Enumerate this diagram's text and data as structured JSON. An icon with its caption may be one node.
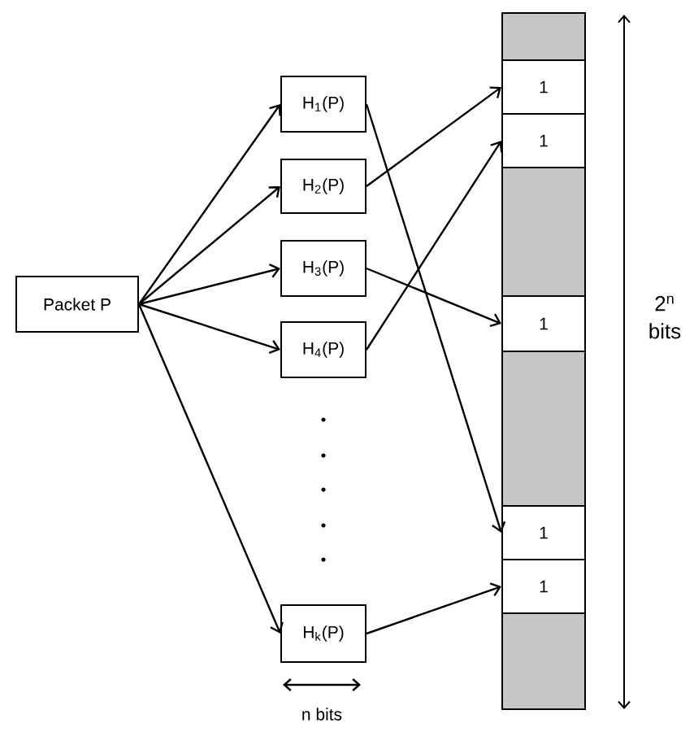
{
  "diagram": {
    "nodes": [
      {
        "text": [
          "Packet P"
        ]
      },
      {
        "text": [
          "H$_{1}$(P)"
        ]
      },
      {
        "text": [
          "H$_{2}$(P)"
        ]
      },
      {
        "text": [
          "H$_{3}$(P)"
        ]
      },
      {
        "text": [
          "H$_{4}$(P)"
        ]
      },
      {
        "text": [
          "H$_{k}$(P)"
        ]
      },
      {
        "text": [],
        "shape": "bar"
      },
      {
        "text": [
          "1"
        ],
        "in": 6
      },
      {
        "text": [
          "1"
        ],
        "in": 6
      },
      {
        "text": [
          "1"
        ],
        "in": 6
      },
      {
        "text": [
          "1"
        ],
        "in": 6
      },
      {
        "text": [
          "1"
        ],
        "in": 6
      }
    ],
    "edges": [
      {
        "from": 0,
        "to": 1,
        "arrow": "to"
      },
      {
        "from": 0,
        "to": 2,
        "arrow": "to"
      },
      {
        "from": 0,
        "to": 3,
        "arrow": "to"
      },
      {
        "from": 0,
        "to": 4,
        "arrow": "to"
      },
      {
        "from": 0,
        "to": 5,
        "arrow": "to"
      },
      {
        "from": 1,
        "to": 10,
        "arrow": "to"
      },
      {
        "from": 2,
        "to": 7,
        "arrow": "to"
      },
      {
        "from": 3,
        "to": 9,
        "arrow": "to"
      },
      {
        "from": 4,
        "to": 8,
        "arrow": "to"
      },
      {
        "from": 5,
        "to": 11,
        "arrow": "to"
      }
    ],
    "labels": [
      "n bits",
      "2$^{n}$ bits"
    ]
  }
}
